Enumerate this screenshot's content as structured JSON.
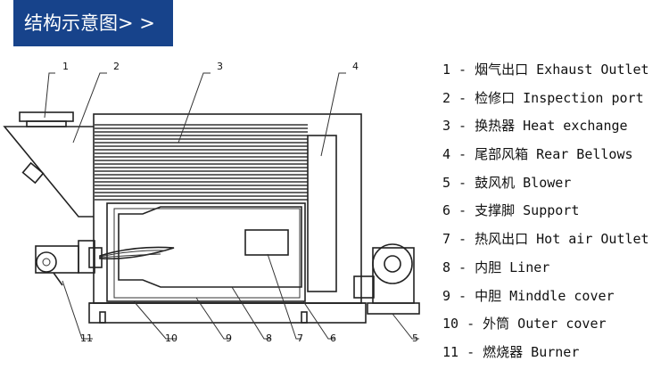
{
  "banner": {
    "title": "结构示意图> >"
  },
  "colors": {
    "banner": "#17438b",
    "line": "#222222",
    "background": "#ffffff"
  },
  "callouts": [
    "1",
    "2",
    "3",
    "4",
    "5",
    "6",
    "7",
    "8",
    "9",
    "10",
    "11"
  ],
  "legend": [
    {
      "num": "1",
      "zh": "烟气出口",
      "en": "Exhaust Outlet"
    },
    {
      "num": "2",
      "zh": "检修口",
      "en": "Inspection port"
    },
    {
      "num": "3",
      "zh": "换热器",
      "en": "Heat exchange"
    },
    {
      "num": "4",
      "zh": "尾部风箱",
      "en": "Rear Bellows"
    },
    {
      "num": "5",
      "zh": "鼓风机",
      "en": "Blower"
    },
    {
      "num": "6",
      "zh": "支撑脚",
      "en": "Support"
    },
    {
      "num": "7",
      "zh": "热风出口",
      "en": "Hot air Outlet"
    },
    {
      "num": "8",
      "zh": "内胆",
      "en": "Liner"
    },
    {
      "num": "9",
      "zh": "中胆",
      "en": "Minddle cover"
    },
    {
      "num": "10",
      "zh": "外筒",
      "en": "Outer cover"
    },
    {
      "num": "11",
      "zh": "燃烧器",
      "en": "Burner"
    }
  ]
}
